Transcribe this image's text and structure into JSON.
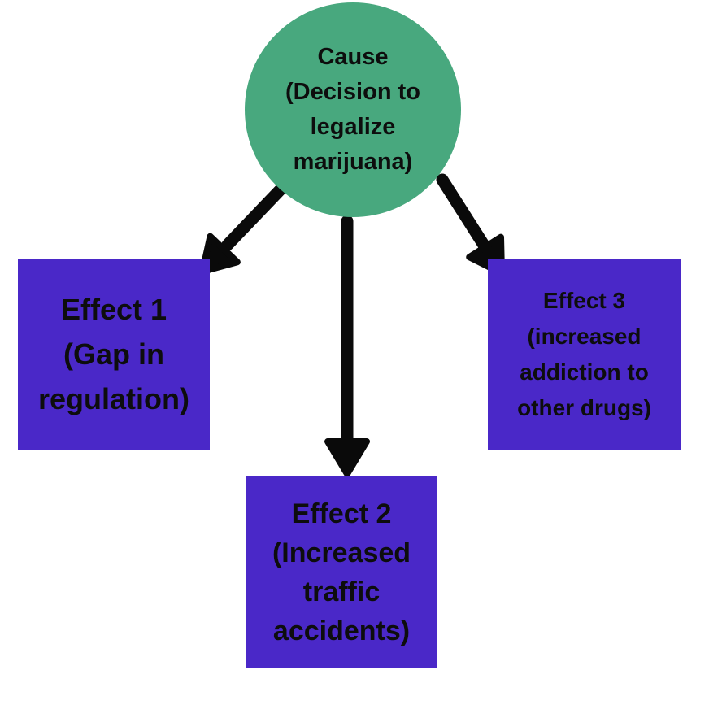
{
  "diagram": {
    "type": "cause-effect",
    "colors": {
      "cause_fill": "#48A87E",
      "effect_fill": "#4A28C8",
      "arrow": "#0a0a0a",
      "text": "#0d0d0d",
      "background": "#ffffff"
    },
    "cause": {
      "label": "Cause\n(Decision to\nlegalize\nmarijuana)"
    },
    "effects": [
      {
        "id": "effect-1",
        "label": "Effect 1\n(Gap in\nregulation)"
      },
      {
        "id": "effect-2",
        "label": "Effect 2\n(Increased\ntraffic\naccidents)"
      },
      {
        "id": "effect-3",
        "label": "Effect 3\n(increased\naddiction to\nother drugs)"
      }
    ]
  }
}
